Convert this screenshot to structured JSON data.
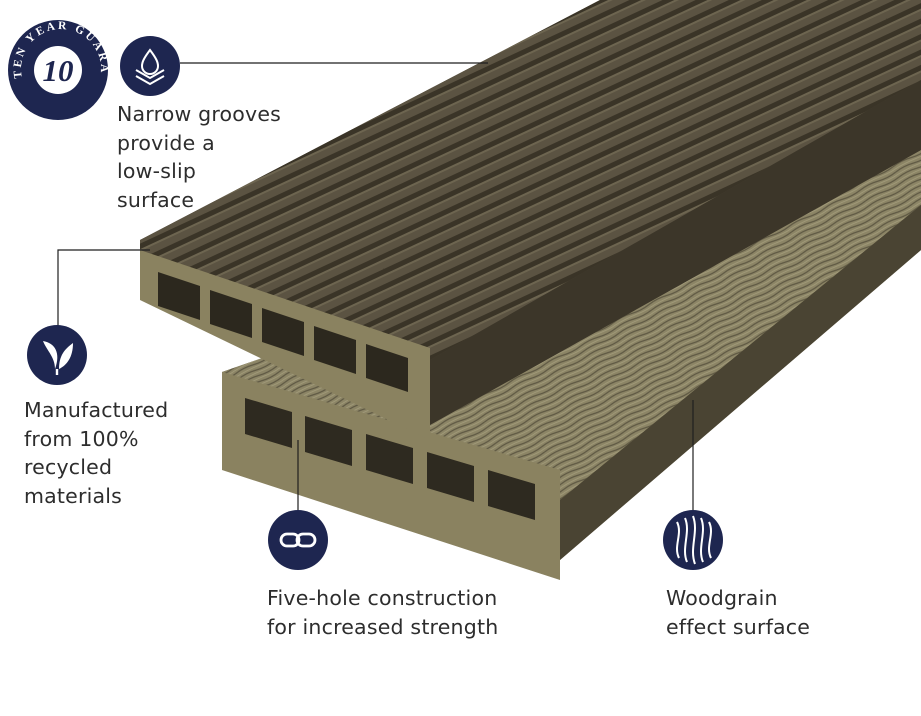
{
  "badge": {
    "arc_text": "TEN YEAR GUARANTEE",
    "number": "10"
  },
  "features": [
    {
      "icon": "water-drop-layers-icon",
      "lines": [
        "Narrow grooves",
        "provide a",
        "low-slip",
        "surface"
      ]
    },
    {
      "icon": "leaf-icon",
      "lines": [
        "Manufactured",
        "from 100%",
        "recycled",
        "materials"
      ]
    },
    {
      "icon": "chain-link-icon",
      "lines": [
        "Five-hole construction",
        "for increased strength"
      ]
    },
    {
      "icon": "woodgrain-icon",
      "lines": [
        "Woodgrain",
        "effect surface"
      ]
    }
  ],
  "colors": {
    "navy": "#1e2650",
    "board_top": "#5a5240",
    "board_face": "#8a8260",
    "board_dark": "#3f3a2c",
    "woodgrain": "#8f8868"
  }
}
